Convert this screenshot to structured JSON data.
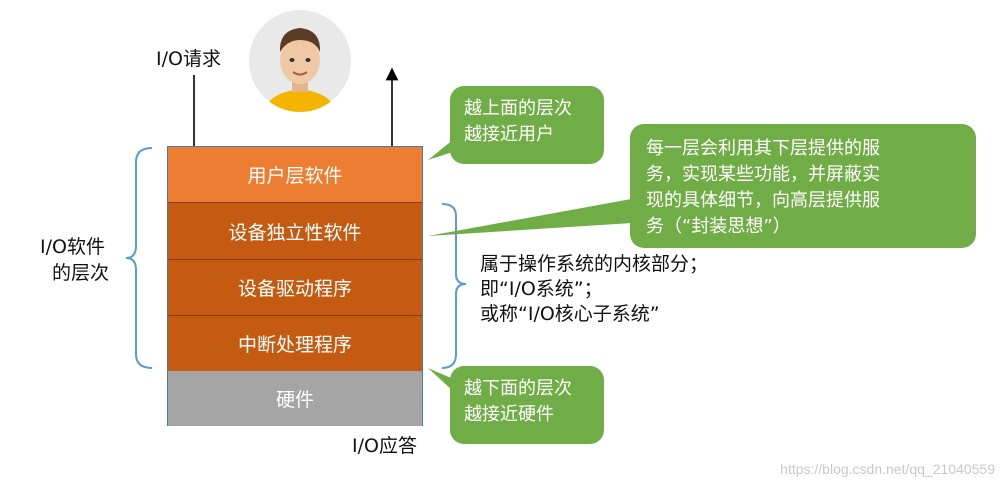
{
  "request_label": "I/O请求",
  "response_label": "I/O应答",
  "side_label": {
    "line1": "I/O软件",
    "line2": "的层次"
  },
  "layers": [
    {
      "label": "用户层软件"
    },
    {
      "label": "设备独立性软件"
    },
    {
      "label": "设备驱动程序"
    },
    {
      "label": "中断处理程序"
    },
    {
      "label": "硬件"
    }
  ],
  "callouts": {
    "upper": {
      "line1": "越上面的层次",
      "line2": "越接近用户"
    },
    "service": {
      "line1": "每一层会利用其下层提供的服",
      "line2": "务，实现某些功能，并屏蔽实",
      "line3": "现的具体细节，向高层提供服",
      "line4": "务（“封装思想”）"
    },
    "lower": {
      "line1": "越下面的层次",
      "line2": "越接近硬件"
    }
  },
  "kernel_note": {
    "line1": "属于操作系统的内核部分；",
    "line2": "即“I/O系统”；",
    "line3": "或称“I/O核心子系统”"
  },
  "watermark": "https://blog.csdn.net/qq_21040559",
  "colors": {
    "user_layer": "#ed7d31",
    "kernel_layer": "#c55a11",
    "hardware_layer": "#a6a5a5",
    "callout": "#70ad47",
    "brace": "#5b9bd5"
  },
  "icons": {
    "avatar": "person-avatar-icon"
  }
}
